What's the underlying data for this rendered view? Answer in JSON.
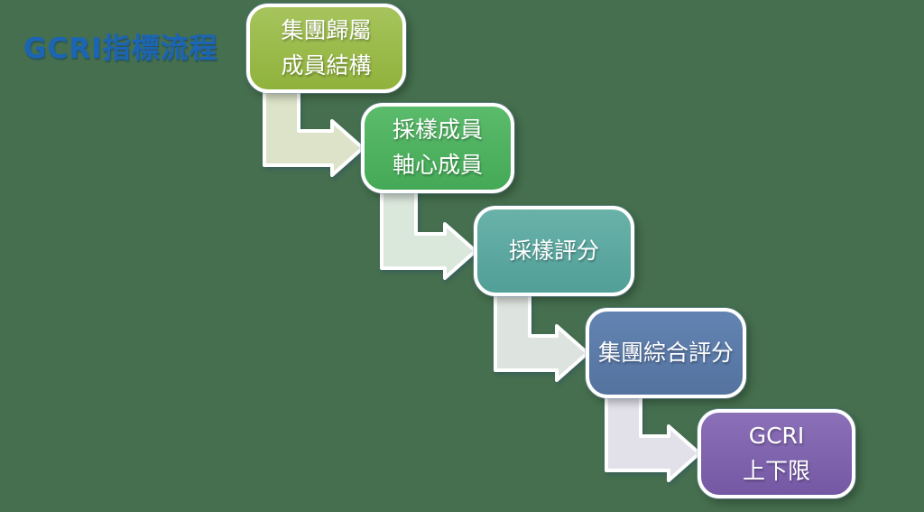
{
  "title": "GCRI指標流程",
  "title_color": "#1B65B4",
  "background_color": "#456F4E",
  "steps": [
    {
      "label": "集團歸屬\n成員結構",
      "color_top": "#A6C45C",
      "color_bottom": "#90B23C"
    },
    {
      "label": "採樣成員\n軸心成員",
      "color_top": "#5BBB6C",
      "color_bottom": "#44A956"
    },
    {
      "label": "採樣評分",
      "color_top": "#69B2AA",
      "color_bottom": "#519F97"
    },
    {
      "label": "集團綜合評分",
      "color_top": "#6383B2",
      "color_bottom": "#54739F"
    },
    {
      "label": "GCRI\n上下限",
      "color_top": "#8B70B8",
      "color_bottom": "#7458A4"
    }
  ],
  "arrows": [
    {
      "fill": "#DCE3C8"
    },
    {
      "fill": "#DAE7DB"
    },
    {
      "fill": "#DDE3DE"
    },
    {
      "fill": "#E2E1EA"
    }
  ]
}
